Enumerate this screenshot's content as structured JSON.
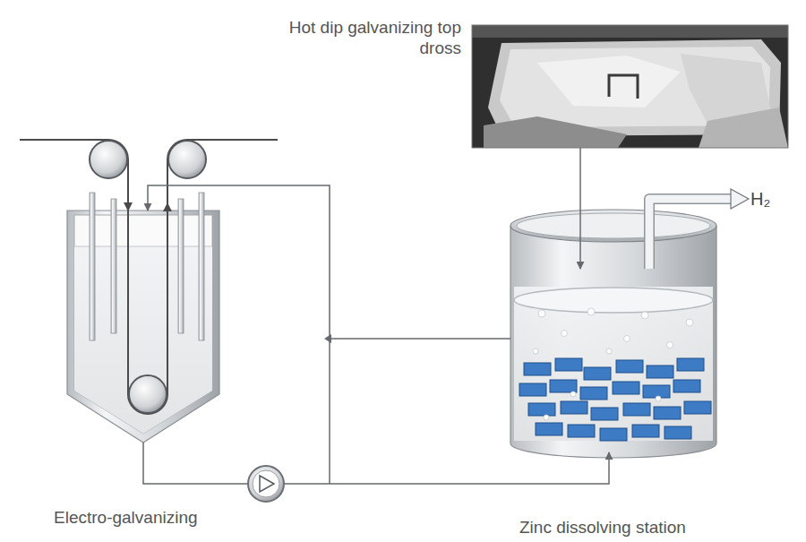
{
  "diagram": {
    "nodes": [
      {
        "text": [
          "Hot dip galvanizing top dross"
        ]
      },
      {
        "text": [
          "Electro-galvanizing"
        ]
      },
      {
        "text": [
          "Zinc dissolving station"
        ]
      }
    ],
    "edges": [
      {
        "from": 0,
        "to": 2,
        "arrow": "to"
      },
      {
        "from": 2,
        "to": 1,
        "arrow": "to"
      },
      {
        "from": 1,
        "to": 2,
        "arrow": "to"
      }
    ],
    "labels": [
      "H₂"
    ]
  }
}
